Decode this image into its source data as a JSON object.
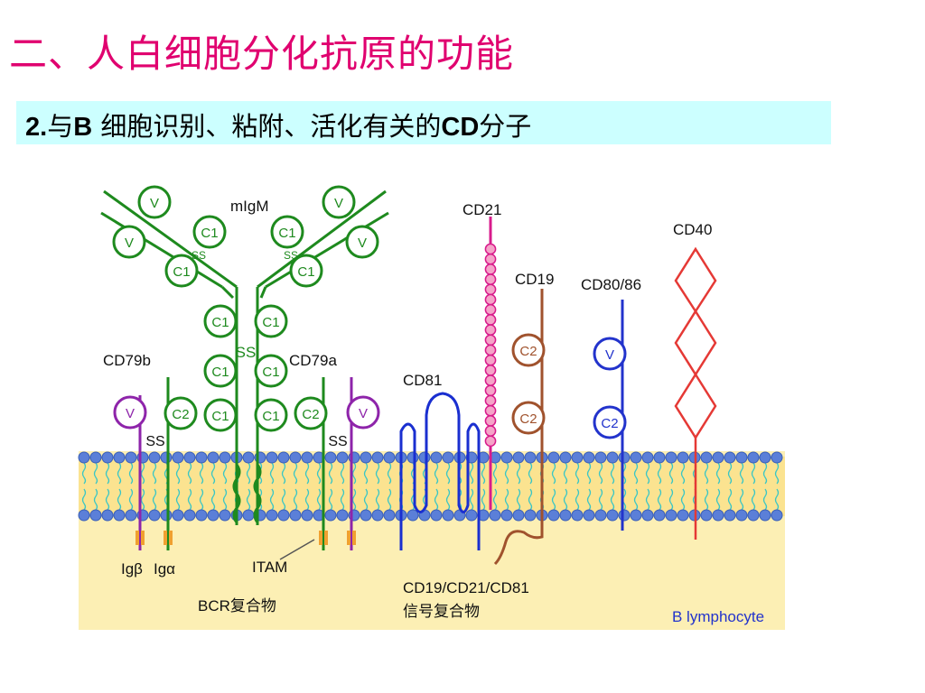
{
  "slide": {
    "title": "二、人白细胞分化抗原的功能",
    "subtitle_prefix": "2.",
    "subtitle_a": "与",
    "subtitle_b": "B",
    "subtitle_c": " 细胞识别、粘附、活化有关的",
    "subtitle_d": "CD",
    "subtitle_e": "分子"
  },
  "diagram": {
    "labels": {
      "migm": "mIgM",
      "cd21": "CD21",
      "cd40": "CD40",
      "cd19": "CD19",
      "cd80_86": "CD80/86",
      "cd79b": "CD79b",
      "cd79a": "CD79a",
      "cd81": "CD81",
      "ig_beta": "Igβ",
      "ig_alpha": "Igα",
      "itam": "ITAM",
      "bcr_complex": "BCR复合物",
      "signal_complex_line1": "CD19/CD21/CD81",
      "signal_complex_line2": "信号复合物",
      "cell_type": "B lymphocyte"
    },
    "domain_labels": {
      "v": "V",
      "c1": "C1",
      "c2": "C2",
      "ss": "SS"
    },
    "colors": {
      "title": "#e0006f",
      "subtitle_bg": "#ccffff",
      "igm": "#1e8a1e",
      "cd79": "#8e24aa",
      "cd21": "#d81b8c",
      "cd19": "#a0522d",
      "cd80": "#2233cc",
      "cd40": "#e53935",
      "cd81": "#1a2fd0",
      "membrane_bead": "#5b7fd8",
      "membrane_core": "#fbe390",
      "cytoplasm": "#fcefb4",
      "lipid_tail": "#39c6c6"
    }
  }
}
